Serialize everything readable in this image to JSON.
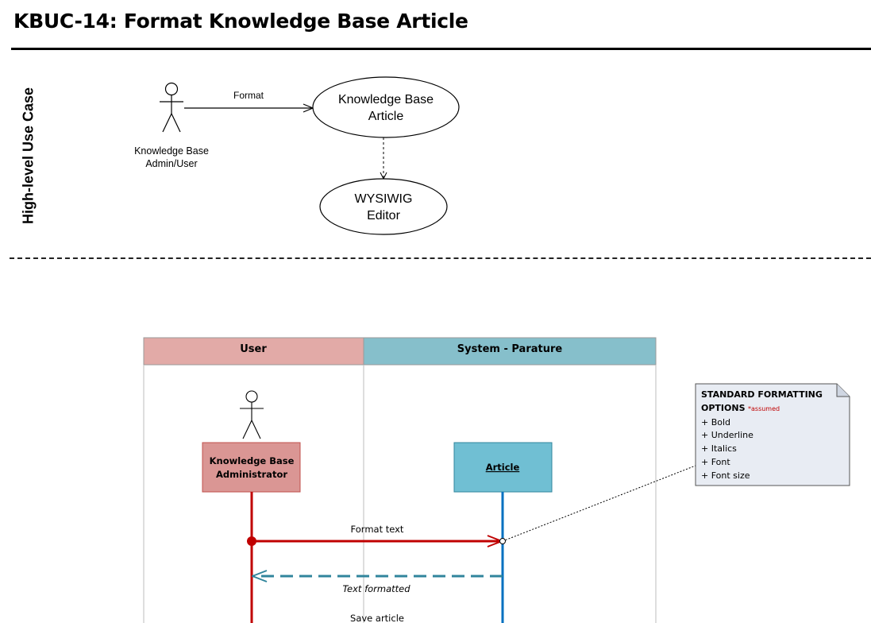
{
  "page": {
    "title": "KBUC-14: Format Knowledge Base Article",
    "section_label": "High-level Use Case"
  },
  "use_case": {
    "actor_label_line1": "Knowledge Base",
    "actor_label_line2": "Admin/User",
    "association_label": "Format",
    "use_case_1_line1": "Knowledge Base",
    "use_case_1_line2": "Article",
    "use_case_2_line1": "WYSIWIG",
    "use_case_2_line2": "Editor"
  },
  "sequence": {
    "lanes": [
      {
        "label": "User",
        "color": "#e2aaa7"
      },
      {
        "label": "System - Parature",
        "color": "#86bfcb"
      }
    ],
    "admin_line1": "Knowledge Base",
    "admin_line2": "Administrator",
    "admin_color": "#da9694",
    "article_label": "Article",
    "article_color": "#70bfd3",
    "messages": [
      {
        "label": "Format text",
        "style": "solid",
        "color": "#c00000"
      },
      {
        "label": "Text formatted",
        "style": "dashed",
        "color": "#31859c"
      },
      {
        "label": "Save article",
        "style": "solid",
        "color": "#c00000"
      }
    ]
  },
  "note": {
    "title_line1": "STANDARD FORMATTING",
    "title_line2": "OPTIONS",
    "assumed": "*assumed",
    "items": [
      "+ Bold",
      "+ Underline",
      "+ Italics",
      "+ Font",
      "+ Font size"
    ]
  }
}
